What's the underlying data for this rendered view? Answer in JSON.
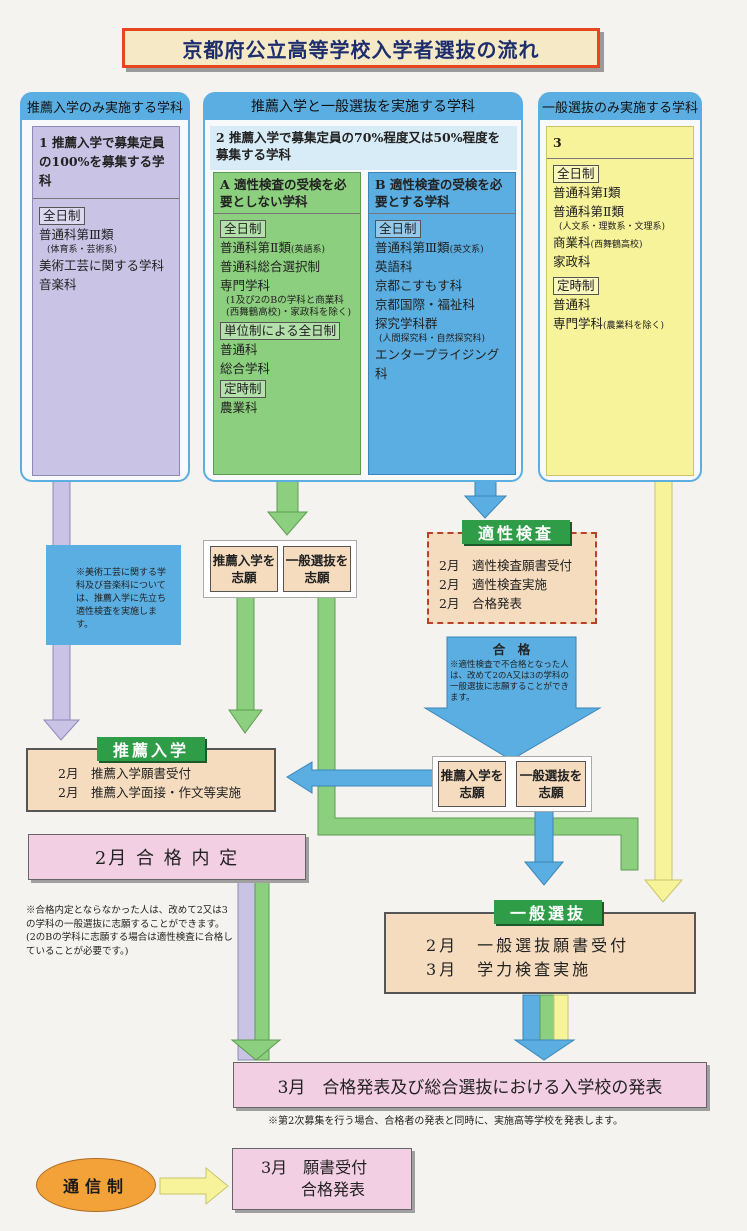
{
  "title": "京都府公立高等学校入学者選抜の流れ",
  "columns": {
    "left_header": "推薦入学のみ実施する学科",
    "mid_header": "推薦入学と一般選抜を実施する学科",
    "right_header": "一般選抜のみ実施する学科"
  },
  "col1": {
    "heading": "1 推薦入学で募集定員の100%を募集する学科",
    "zen": "全日制",
    "items": [
      "普通科第Ⅲ類",
      "(体育系・芸術系)",
      "美術工芸に関する学科",
      "音楽科"
    ]
  },
  "col2": {
    "heading": "2 推薦入学で募集定員の70%程度又は50%程度を募集する学科",
    "a_heading": "A 適性検査の受検を必要としない学科",
    "a_zen": "全日制",
    "a_items": [
      "普通科第Ⅱ類",
      "(英語系)",
      "普通科総合選択制",
      "専門学科",
      "(1及び2のBの学科と商業科(西舞鶴高校)・家政科を除く)"
    ],
    "a_unit": "単位制による全日制",
    "a_unit_items": [
      "普通科",
      "総合学科"
    ],
    "a_tei": "定時制",
    "a_tei_items": [
      "農業科"
    ],
    "b_heading": "B 適性検査の受検を必要とする学科",
    "b_zen": "全日制",
    "b_items": [
      "普通科第Ⅲ類",
      "(英文系)",
      "英語科",
      "京都こすもす科",
      "京都国際・福祉科",
      "探究学科群",
      "(人間探究科・自然探究科)",
      "エンタープライジング科"
    ]
  },
  "col3": {
    "heading": "3",
    "zen": "全日制",
    "items": [
      "普通科第Ⅰ類",
      "普通科第Ⅱ類",
      "(人文系・理数系・文理系)",
      "商業科",
      "(西舞鶴高校)",
      "家政科"
    ],
    "tei": "定時制",
    "tei_items": [
      "普通科",
      "専門学科",
      "(農業科を除く)"
    ]
  },
  "note_art": "※美術工芸に関する学科及び音楽科については、推薦入学に先立ち適性検査を実施します。",
  "choice1": {
    "left": "推薦入学を志願",
    "right": "一般選抜を志願"
  },
  "tekisei": {
    "label": "適性検査",
    "lines": [
      "2月　適性検査願書受付",
      "2月　適性検査実施",
      "2月　合格発表"
    ]
  },
  "pass": {
    "label": "合　格",
    "note": "※適性検査で不合格となった人は、改めて2のA又は3の学科の一般選抜に志願することができます。"
  },
  "choice2": {
    "left": "推薦入学を志願",
    "right": "一般選抜を志願"
  },
  "suisen": {
    "label": "推薦入学",
    "lines": [
      "2月　推薦入学願書受付",
      "2月　推薦入学面接・作文等実施"
    ]
  },
  "naitei": "2月 合 格 内 定",
  "note_naitei": "※合格内定とならなかった人は、改めて2又は3の学科の一般選抜に志願することができます。(2のBの学科に志願する場合は適性検査に合格していることが必要です。)",
  "ippan": {
    "label": "一般選抜",
    "lines": [
      "2月　一般選抜願書受付",
      "3月　学力検査実施"
    ]
  },
  "final": "3月　合格発表及び総合選抜における入学校の発表",
  "note_final": "※第2次募集を行う場合、合格者の発表と同時に、実施高等学校を発表します。",
  "tsushin": {
    "label": "通信制",
    "lines": [
      "3月　願書受付",
      "合格発表"
    ]
  },
  "colors": {
    "blue": "#5aaee2",
    "green": "#8ccf7e",
    "lavender": "#c9c3e6",
    "yellow": "#f7f39a",
    "peach": "#f6dcbf",
    "pink": "#f3cfe4",
    "dark_green": "#2f9c48",
    "orange": "#f3a23a",
    "title_border": "#e6471f"
  }
}
